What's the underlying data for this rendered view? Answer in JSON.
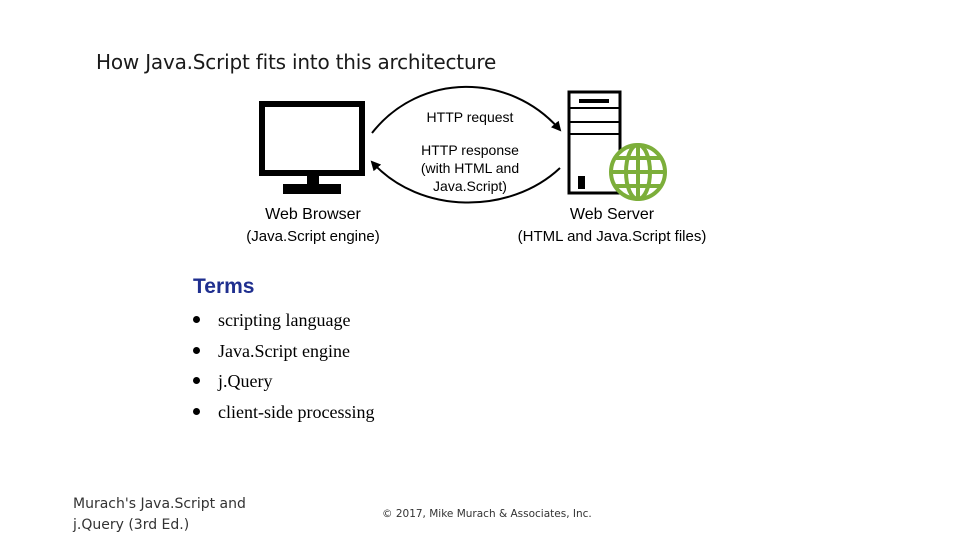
{
  "slide": {
    "title": "How Java.Script fits into this architecture"
  },
  "diagram": {
    "request_label": "HTTP request",
    "response_label_lines": [
      "HTTP response",
      "(with HTML and",
      "Java.Script)"
    ],
    "browser_label": "Web Browser",
    "browser_sublabel": "(Java.Script engine)",
    "server_label": "Web Server",
    "server_sublabel": "(HTML and Java.Script files)",
    "icons": [
      "monitor-icon",
      "server-tower-icon",
      "globe-icon"
    ],
    "colors": {
      "globe": "#7cae3a",
      "arrows": "#000000"
    }
  },
  "terms": {
    "heading": "Terms",
    "heading_color": "#1f2f8f",
    "items": [
      "scripting language",
      "Java.Script engine",
      "j.Query",
      "client-side processing"
    ]
  },
  "footer": {
    "book_lines": [
      "Murach's Java.Script and",
      "j.Query (3rd Ed.)"
    ],
    "copyright": "© 2017, Mike Murach & Associates, Inc."
  }
}
